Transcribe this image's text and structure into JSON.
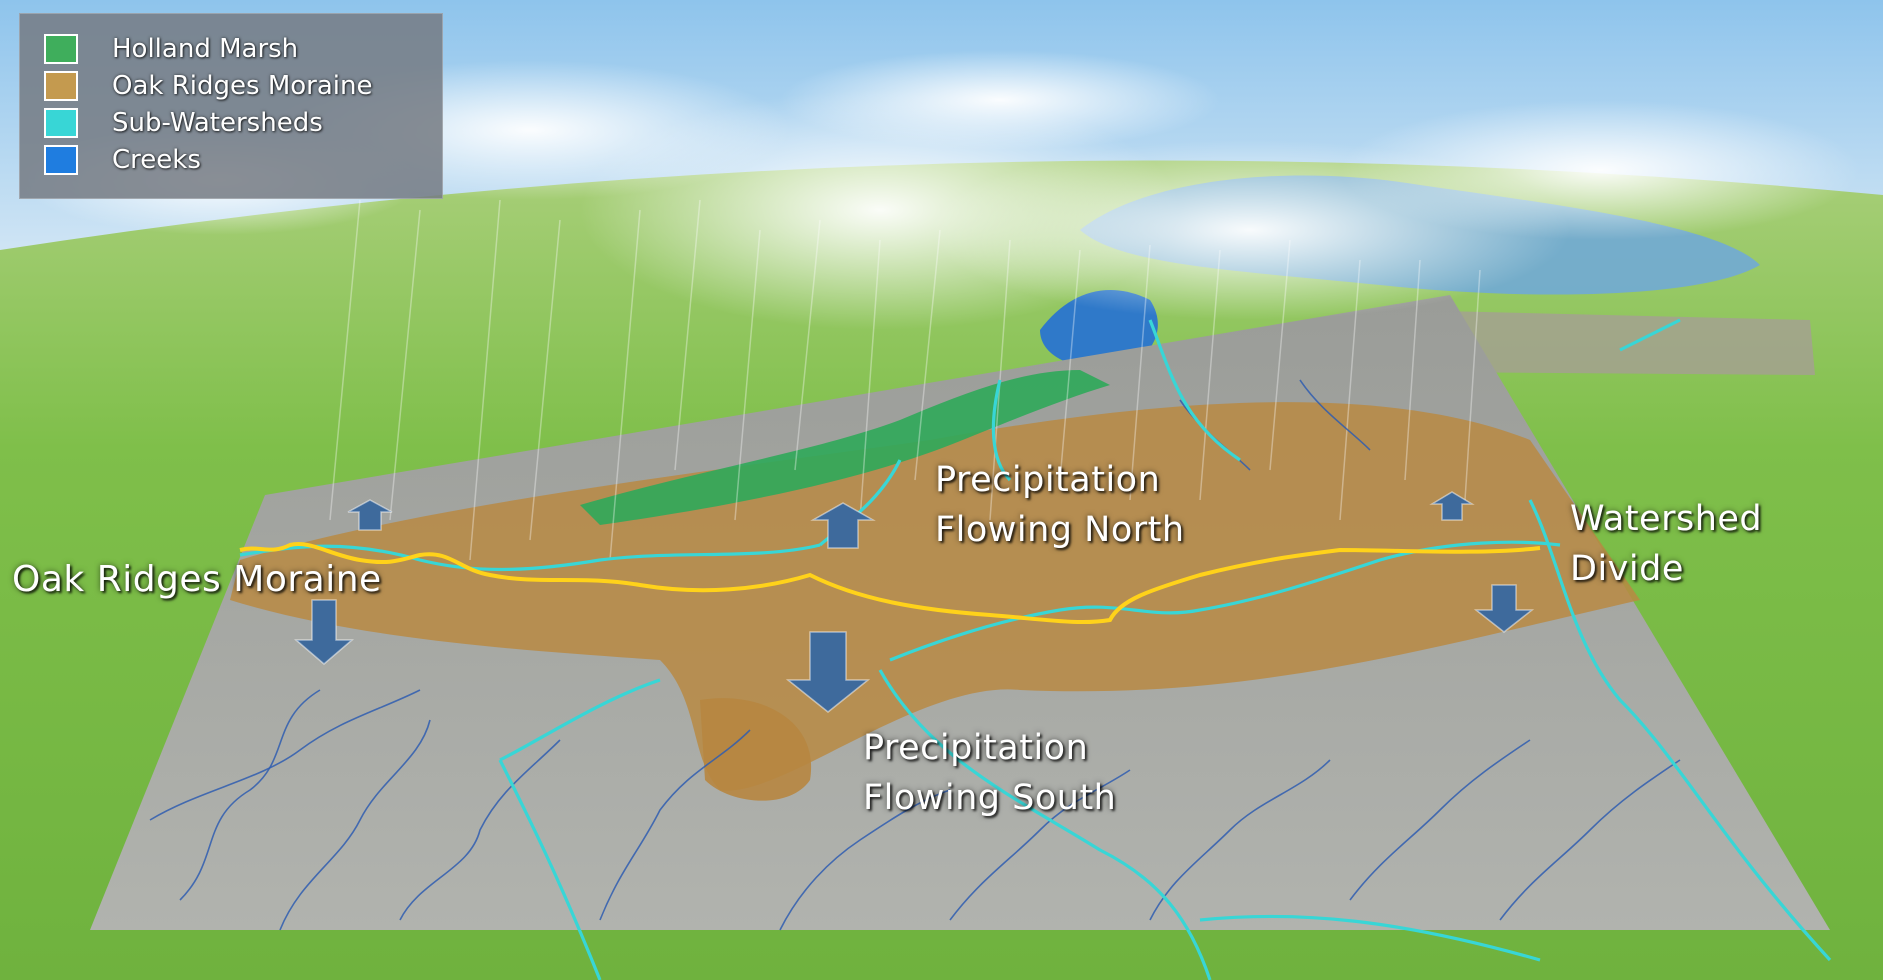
{
  "legend": {
    "items": [
      {
        "label": "Holland Marsh",
        "color": "#3fae5c"
      },
      {
        "label": "Oak Ridges Moraine",
        "color": "#c49a4f"
      },
      {
        "label": "Sub-Watersheds",
        "color": "#38d6d6"
      },
      {
        "label": "Creeks",
        "color": "#1f7de0"
      }
    ]
  },
  "labels": {
    "oak_ridges_moraine": "Oak Ridges Moraine",
    "precipitation_north": [
      "Precipitation",
      "Flowing North"
    ],
    "watershed_divide": [
      "Watershed",
      "Divide"
    ],
    "precipitation_south": [
      "Precipitation",
      "Flowing South"
    ]
  },
  "colors": {
    "watershed_divide_line": "#ffd21a",
    "sub_watershed_lines": "#38d6d6",
    "creek_lines": "#2f5db0",
    "arrows": "#3e6a9c",
    "terrain_green": "#7fbf4a",
    "sky": "#bcdcf2",
    "lake": "#2f79c9"
  }
}
